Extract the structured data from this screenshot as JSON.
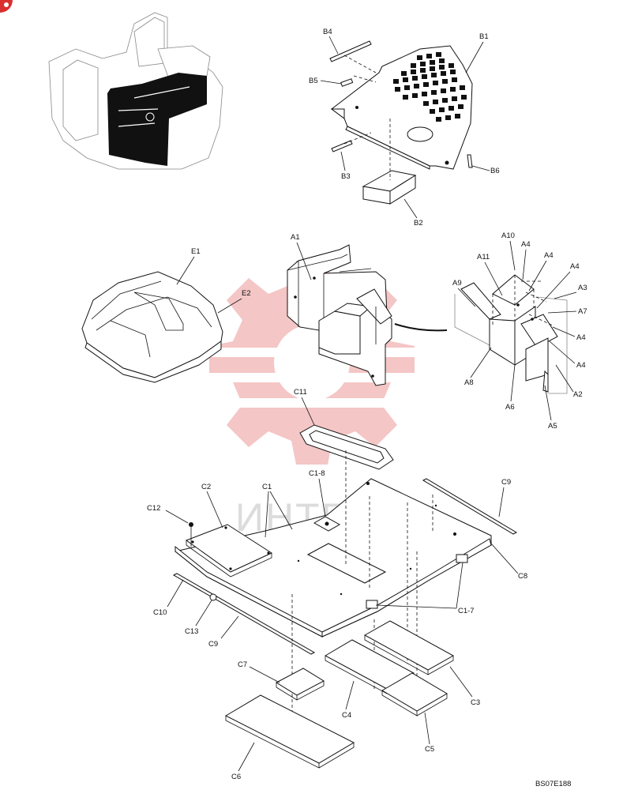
{
  "watermark_text": "ИНТЕХ",
  "drawing_code": "BS07E188",
  "labels": {
    "b4": "B4",
    "b1": "B1",
    "b5": "B5",
    "b3": "B3",
    "b6": "B6",
    "b2": "B2",
    "a1": "A1",
    "a10": "A10",
    "a11": "A11",
    "a4_1": "A4",
    "a4_2": "A4",
    "a4_3": "A4",
    "a9": "A9",
    "a3": "A3",
    "a7": "A7",
    "a4_4": "A4",
    "a4_5": "A4",
    "a8": "A8",
    "a6": "A6",
    "a2": "A2",
    "a5": "A5",
    "e1": "E1",
    "e2": "E2",
    "c11": "C11",
    "c1_8": "C1-8",
    "c1": "C1",
    "c2": "C2",
    "c12": "C12",
    "c9_top": "C9",
    "c8": "C8",
    "c1_7": "C1-7",
    "c10": "C10",
    "c13": "C13",
    "c9_bottom": "C9",
    "c7": "C7",
    "c4": "C4",
    "c3": "C3",
    "c5": "C5",
    "c6": "C6"
  },
  "colors": {
    "watermark": "#f2bcbc",
    "corner_badge": "#d9302f"
  }
}
